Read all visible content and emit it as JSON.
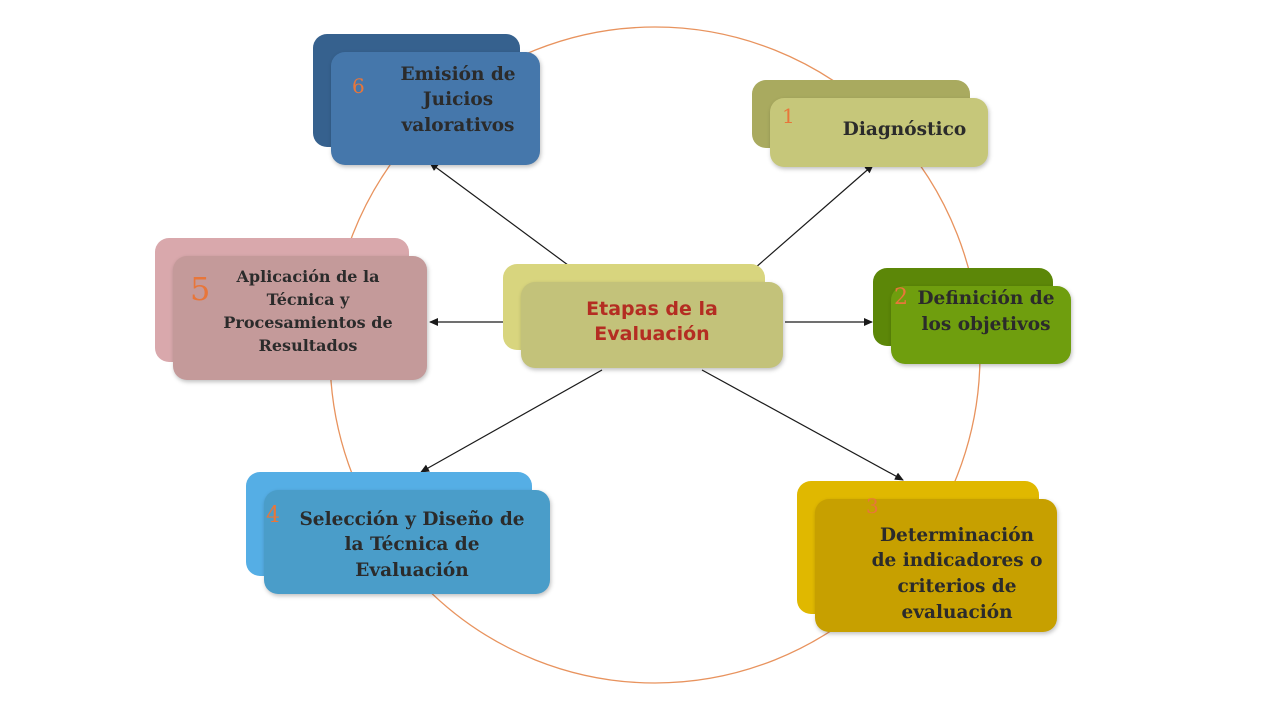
{
  "center": {
    "title": "Etapas de la Evaluación"
  },
  "stages": [
    {
      "number": "1",
      "label": "Diagnóstico"
    },
    {
      "number": "2",
      "label": "Definición de los objetivos"
    },
    {
      "number": "3",
      "label": "Determinación de indicadores o criterios de evaluación"
    },
    {
      "number": "4",
      "label": "Selección y Diseño de la Técnica de Evaluación"
    },
    {
      "number": "5",
      "label": "Aplicación de la Técnica y Procesamientos de Resultados"
    },
    {
      "number": "6",
      "label": "Emisión de Juicios valorativos"
    }
  ],
  "colors": {
    "circle": "#e8935e",
    "arrow": "#1a1a1a",
    "number": "#e8763a",
    "center_text": "#b42d22",
    "center_box": "#c3c27a",
    "stage1": "#c6c77a",
    "stage2": "#6f9e0e",
    "stage3": "#c7a000",
    "stage4": "#4a9dc9",
    "stage5": "#c49a9a",
    "stage6": "#4577ab"
  }
}
